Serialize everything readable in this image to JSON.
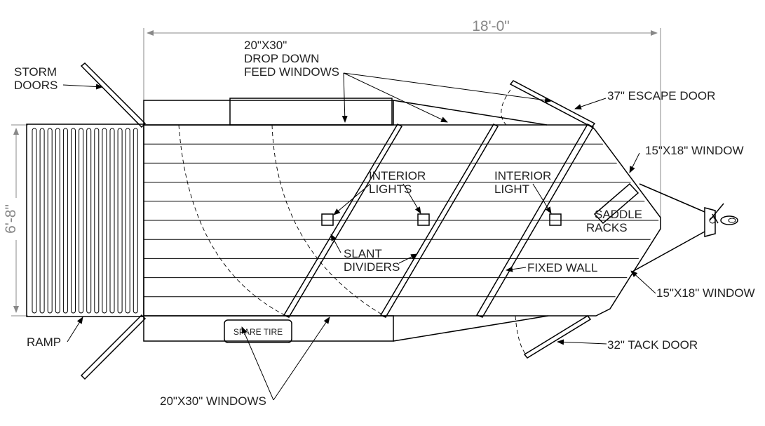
{
  "dimensions": {
    "length": "18'-0\"",
    "width": "6'-8\""
  },
  "labels": {
    "storm_doors": [
      "STORM",
      "DOORS"
    ],
    "feed_windows": [
      "20\"X30\"",
      "DROP DOWN",
      "FEED WINDOWS"
    ],
    "escape_door": "37\" ESCAPE DOOR",
    "window_top": "15\"X18\" WINDOW",
    "window_bottom": "15\"X18\" WINDOW",
    "interior_lights": [
      "INTERIOR",
      "LIGHTS"
    ],
    "interior_light": [
      "INTERIOR",
      "LIGHT"
    ],
    "saddle_racks": [
      "SADDLE",
      "RACKS"
    ],
    "slant_dividers": [
      "SLANT",
      "DIVIDERS"
    ],
    "fixed_wall": "FIXED WALL",
    "spare_tire": "SPARE TIRE",
    "ramp": "RAMP",
    "tack_door": "32\" TACK DOOR",
    "side_windows": "20\"X30\" WINDOWS"
  }
}
